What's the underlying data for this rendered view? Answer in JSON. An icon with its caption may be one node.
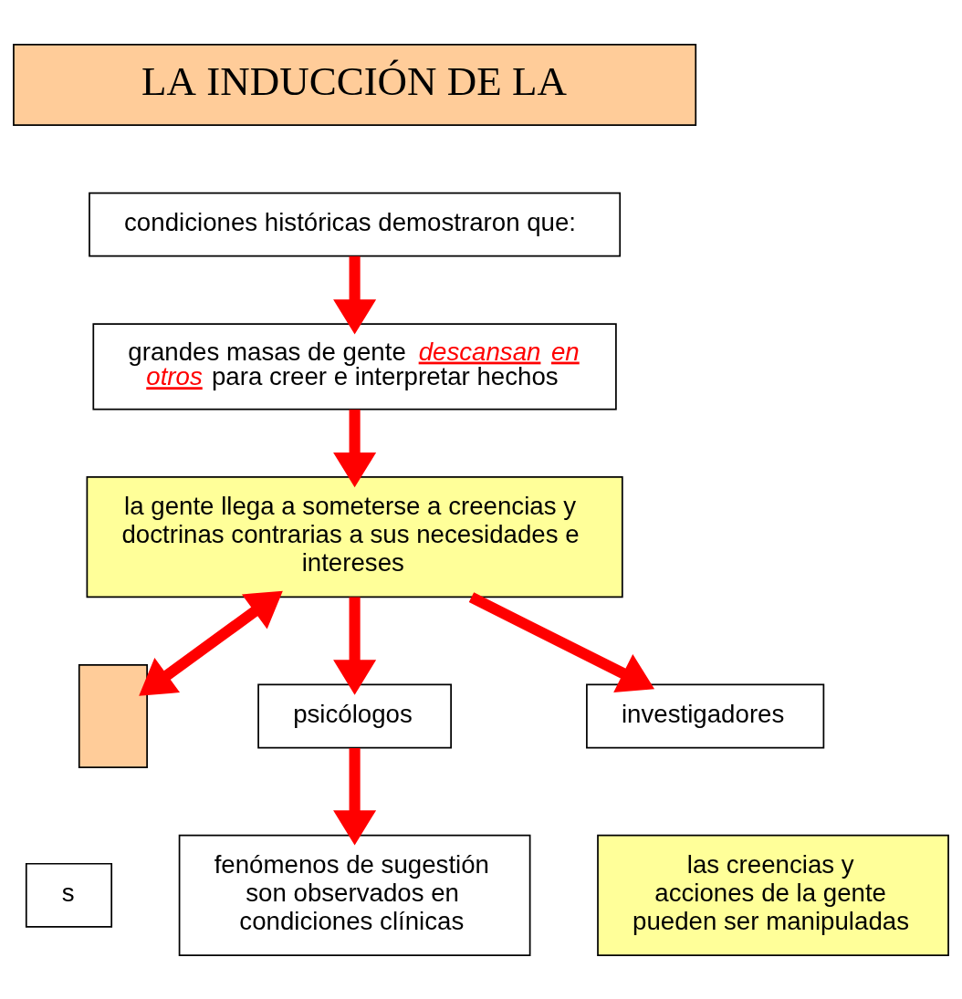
{
  "diagram": {
    "nodes": [
      {
        "text": [
          "LA INDUCCIÓN DE LA"
        ]
      },
      {
        "text": [
          "condiciones históricas demostraron que:"
        ]
      },
      {
        "text": [
          "grandes masas de gente *descansan en otros* para creer e interpretar hechos"
        ]
      },
      {
        "text": [
          "la gente llega a someterse a creencias y doctrinas contrarias a sus necesidades e intereses"
        ]
      },
      {
        "text": [],
        "shape": "box"
      },
      {
        "text": [
          "psicólogos"
        ]
      },
      {
        "text": [
          "investigadores"
        ]
      },
      {
        "text": [
          "s"
        ]
      },
      {
        "text": [
          "fenómenos de sugestión son observados en condiciones clínicas"
        ]
      },
      {
        "text": [
          "las creencias y acciones de la gente pueden ser manipuladas"
        ]
      }
    ],
    "edges": [
      {
        "from": 1,
        "to": 2,
        "arrow": "to"
      },
      {
        "from": 2,
        "to": 3,
        "arrow": "to"
      },
      {
        "from": 3,
        "to": 4,
        "arrow": "both"
      },
      {
        "from": 3,
        "to": 5,
        "arrow": "to"
      },
      {
        "from": 3,
        "to": 6,
        "arrow": "to"
      },
      {
        "from": 5,
        "to": 8,
        "arrow": "to"
      }
    ]
  }
}
